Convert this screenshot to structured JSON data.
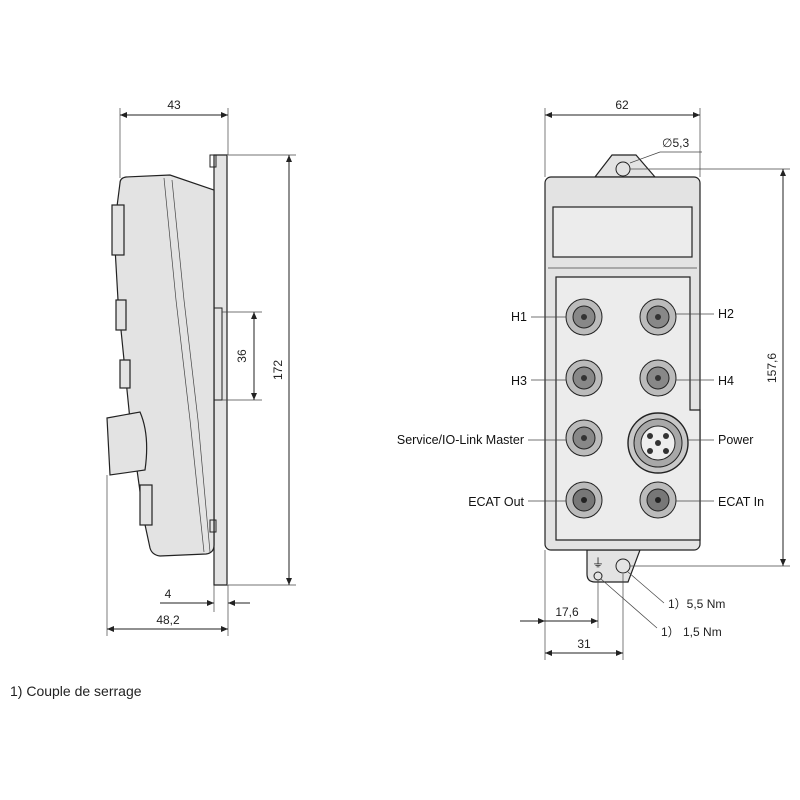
{
  "side_view": {
    "dim_width_top": "43",
    "dim_slot": "36",
    "dim_height": "172",
    "dim_flange": "4",
    "dim_depth": "48,2"
  },
  "front_view": {
    "dim_width": "62",
    "dim_hole": "∅5,3",
    "dim_height": "157,6",
    "dim_ground_offset": "17,6",
    "dim_hole_offset": "31",
    "ports": {
      "h1": "H1",
      "h2": "H2",
      "h3": "H3",
      "h4": "H4",
      "service": "Service/IO-Link Master",
      "power": "Power",
      "ecat_out": "ECAT Out",
      "ecat_in": "ECAT In"
    },
    "torque_notes": {
      "mount_hole": "1）5,5 Nm",
      "ground_screw": "1）  1,5 Nm"
    },
    "ground_symbol": "⏚"
  },
  "footnote": "1) Couple de serrage"
}
